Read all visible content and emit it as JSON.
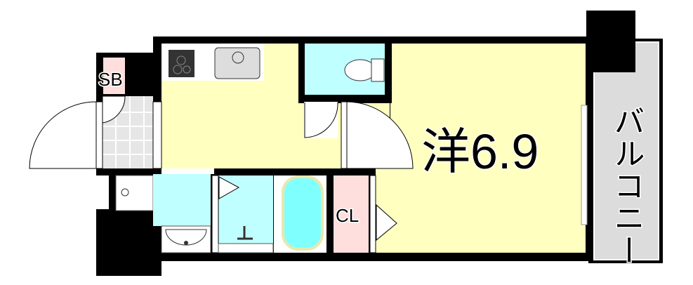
{
  "rooms": {
    "western_room": {
      "label": "洋6.9"
    },
    "balcony": {
      "label": "バルコニー"
    },
    "shoebox": {
      "label": "SB"
    },
    "closet": {
      "label": "CL"
    }
  },
  "colors": {
    "wall": "#000000",
    "room": "#ffffc0",
    "water": "#c0ffff",
    "storage": "#ffdede",
    "balcony": "#dcdcdc",
    "tile": "#e6e6e6",
    "tub": "#80ffff"
  }
}
